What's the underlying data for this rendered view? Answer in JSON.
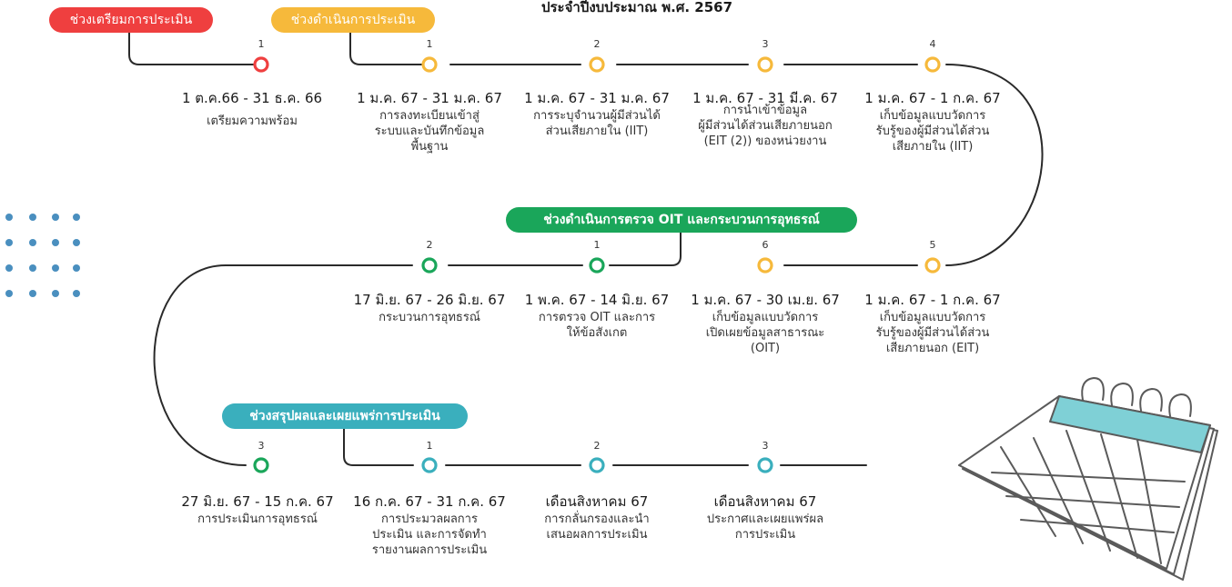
{
  "title": "ประจำปีงบประมาณ พ.ศ. 2567",
  "colors": {
    "prep": "#ef3f3f",
    "exec": "#f6b93b",
    "audit": "#1aa65a",
    "summary": "#3aafbd",
    "line": "#2a2a2a"
  },
  "phases": {
    "prep": "ช่วงเตรียมการประเมิน",
    "exec": "ช่วงดำเนินการประเมิน",
    "audit": "ช่วงดำเนินการตรวจ OIT และกระบวนการอุทธรณ์",
    "summary": "ช่วงสรุปผลและเผยแพร่การประเมิน"
  },
  "steps": [
    {
      "id": "prep-1",
      "num": "1",
      "date": "1 ต.ค.66 - 31 ธ.ค. 66",
      "lines": [
        "เตรียมความพร้อม"
      ]
    },
    {
      "id": "exec-1",
      "num": "1",
      "date": "1 ม.ค. 67 - 31 ม.ค. 67",
      "lines": [
        "การลงทะเบียนเข้าสู่",
        "ระบบและบันทึกข้อมูล",
        "พื้นฐาน"
      ]
    },
    {
      "id": "exec-2",
      "num": "2",
      "date": "1 ม.ค. 67 - 31 ม.ค. 67",
      "lines": [
        "การระบุจำนวนผู้มีส่วนได้",
        "ส่วนเสียภายใน (IIT)"
      ]
    },
    {
      "id": "exec-3",
      "num": "3",
      "date": "1 ม.ค. 67 - 31 มี.ค. 67",
      "lines": [
        "การนำเข้าข้อมูล",
        "ผู้มีส่วนได้ส่วนเสียภายนอก",
        "(EIT (2)) ของหน่วยงาน"
      ]
    },
    {
      "id": "exec-4",
      "num": "4",
      "date": "1 ม.ค. 67 - 1 ก.ค. 67",
      "lines": [
        "เก็บข้อมูลแบบวัดการ",
        "รับรู้ของผู้มีส่วนได้ส่วน",
        "เสียภายใน (IIT)"
      ]
    },
    {
      "id": "exec-5",
      "num": "5",
      "date": "1 ม.ค. 67 - 1 ก.ค. 67",
      "lines": [
        "เก็บข้อมูลแบบวัดการ",
        "รับรู้ของผู้มีส่วนได้ส่วน",
        "เสียภายนอก (EIT)"
      ]
    },
    {
      "id": "exec-6",
      "num": "6",
      "date": "1 ม.ค. 67 - 30 เม.ย. 67",
      "lines": [
        "เก็บข้อมูลแบบวัดการ",
        "เปิดเผยข้อมูลสาธารณะ",
        "(OIT)"
      ]
    },
    {
      "id": "audit-1",
      "num": "1",
      "date": "1 พ.ค. 67 - 14 มิ.ย. 67",
      "lines": [
        "การตรวจ OIT และการ",
        "ให้ข้อสังเกต"
      ]
    },
    {
      "id": "audit-2",
      "num": "2",
      "date": "17 มิ.ย. 67 - 26 มิ.ย. 67",
      "lines": [
        "กระบวนการอุทธรณ์"
      ]
    },
    {
      "id": "audit-3",
      "num": "3",
      "date": "27 มิ.ย. 67 - 15 ก.ค. 67",
      "lines": [
        "การประเมินการอุทธรณ์"
      ]
    },
    {
      "id": "sum-1",
      "num": "1",
      "date": "16 ก.ค. 67 - 31 ก.ค. 67",
      "lines": [
        "การประมวลผลการ",
        "ประเมิน และการจัดทำ",
        "รายงานผลการประเมิน"
      ]
    },
    {
      "id": "sum-2",
      "num": "2",
      "date": "เดือนสิงหาคม 67",
      "lines": [
        "การกลั่นกรองและนำ",
        "เสนอผลการประเมิน"
      ]
    },
    {
      "id": "sum-3",
      "num": "3",
      "date": "เดือนสิงหาคม 67",
      "lines": [
        "ประกาศและเผยแพร่ผล",
        "การประเมิน"
      ]
    }
  ]
}
